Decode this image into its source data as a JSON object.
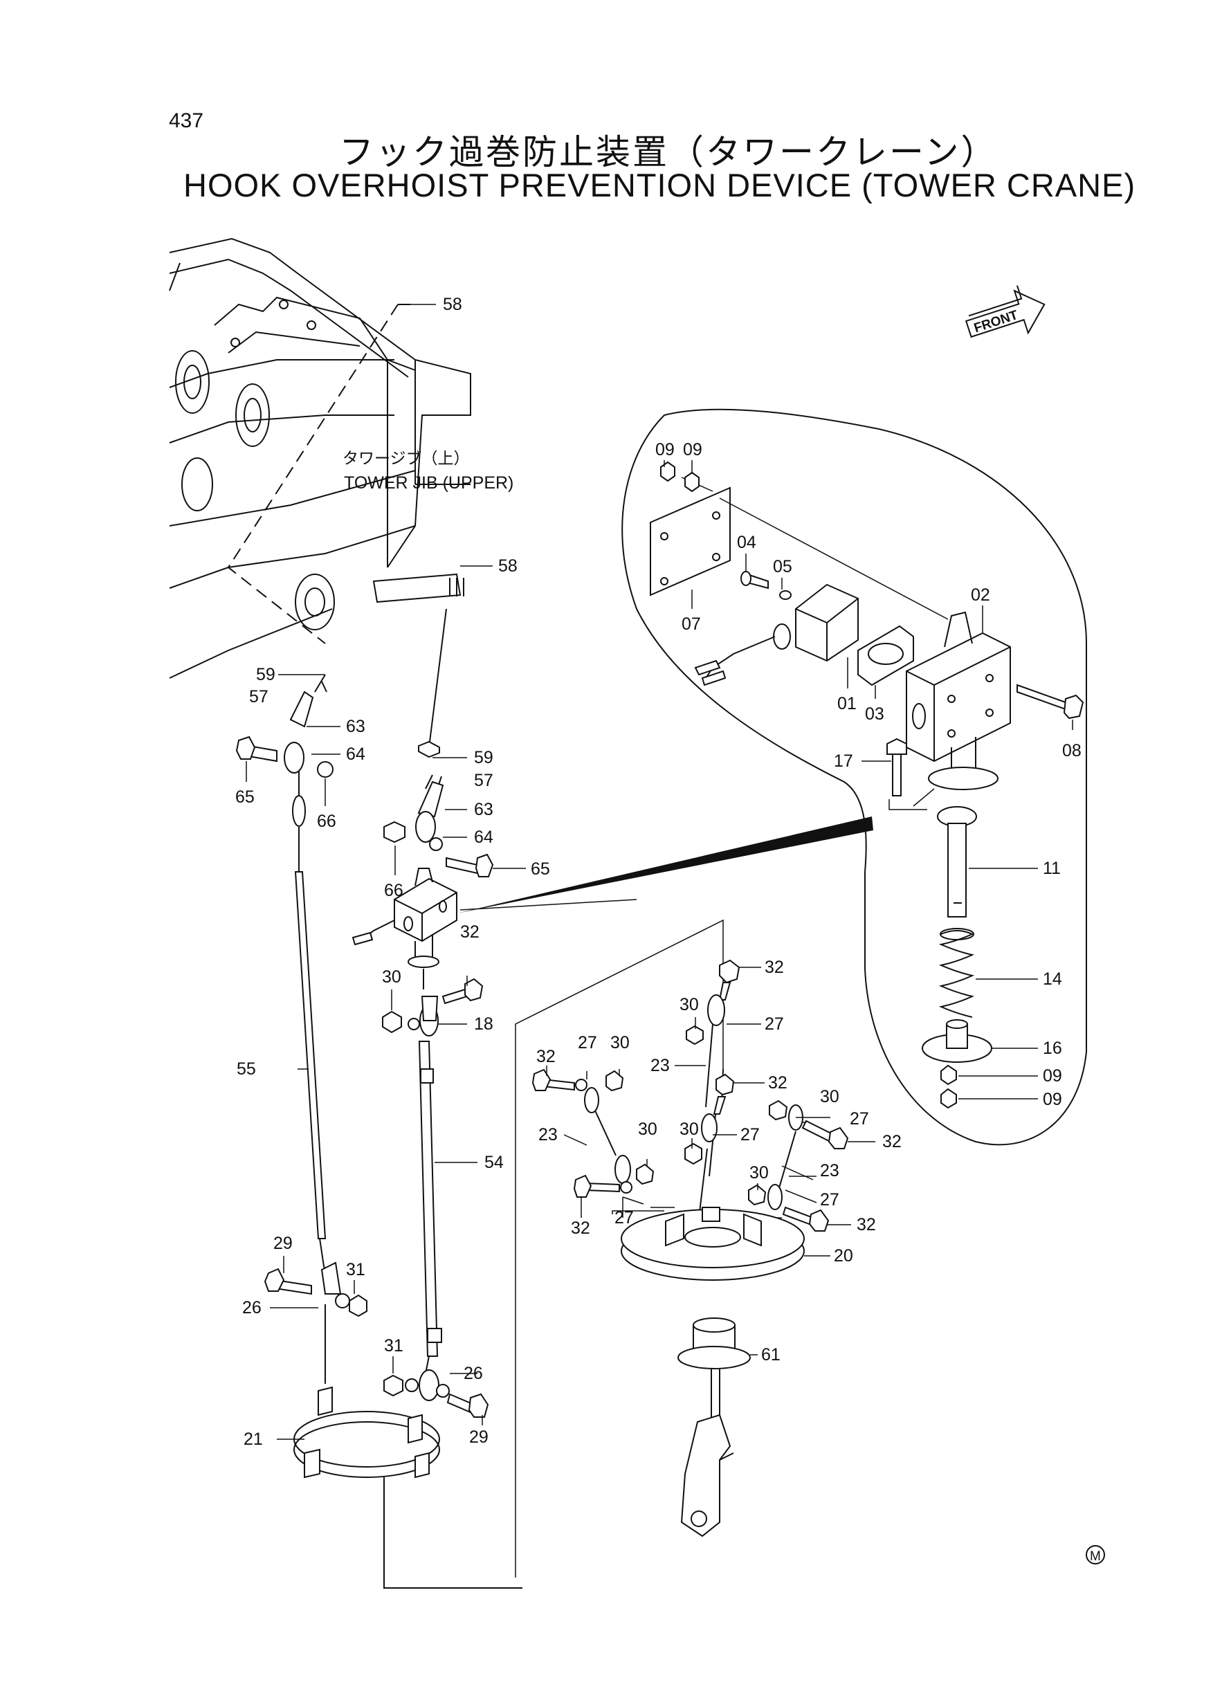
{
  "page_number": "437",
  "title_jp": "フック過巻防止装置（タワークレーン）",
  "title_en": "HOOK OVERHOIST PREVENTION DEVICE (TOWER CRANE)",
  "tower_jib_jp": "タワージブ（上）",
  "tower_jib_en": "TOWER JIB (UPPER)",
  "front_arrow": "FRONT",
  "mark": "M",
  "callouts": [
    {
      "id": "c58a",
      "text": "58"
    },
    {
      "id": "c58b",
      "text": "58"
    },
    {
      "id": "c59a",
      "text": "59"
    },
    {
      "id": "c59b",
      "text": "59"
    },
    {
      "id": "c57a",
      "text": "57"
    },
    {
      "id": "c57b",
      "text": "57"
    },
    {
      "id": "c63a",
      "text": "63"
    },
    {
      "id": "c63b",
      "text": "63"
    },
    {
      "id": "c64a",
      "text": "64"
    },
    {
      "id": "c64b",
      "text": "64"
    },
    {
      "id": "c65a",
      "text": "65"
    },
    {
      "id": "c65b",
      "text": "65"
    },
    {
      "id": "c66a",
      "text": "66"
    },
    {
      "id": "c66b",
      "text": "66"
    },
    {
      "id": "c55",
      "text": "55"
    },
    {
      "id": "c54",
      "text": "54"
    },
    {
      "id": "c18",
      "text": "18"
    },
    {
      "id": "c32a",
      "text": "32"
    },
    {
      "id": "c30a",
      "text": "30"
    },
    {
      "id": "c29a",
      "text": "29"
    },
    {
      "id": "c29b",
      "text": "29"
    },
    {
      "id": "c26a",
      "text": "26"
    },
    {
      "id": "c26b",
      "text": "26"
    },
    {
      "id": "c31a",
      "text": "31"
    },
    {
      "id": "c31b",
      "text": "31"
    },
    {
      "id": "c21",
      "text": "21"
    },
    {
      "id": "c09a",
      "text": "09"
    },
    {
      "id": "c09b",
      "text": "09"
    },
    {
      "id": "c09c",
      "text": "09"
    },
    {
      "id": "c09d",
      "text": "09"
    },
    {
      "id": "c04",
      "text": "04"
    },
    {
      "id": "c05",
      "text": "05"
    },
    {
      "id": "c07",
      "text": "07"
    },
    {
      "id": "c02",
      "text": "02"
    },
    {
      "id": "c01",
      "text": "01"
    },
    {
      "id": "c03",
      "text": "03"
    },
    {
      "id": "c08",
      "text": "08"
    },
    {
      "id": "c17",
      "text": "17"
    },
    {
      "id": "c11",
      "text": "11"
    },
    {
      "id": "c14",
      "text": "14"
    },
    {
      "id": "c16",
      "text": "16"
    },
    {
      "id": "c32b",
      "text": "32"
    },
    {
      "id": "c30b",
      "text": "30"
    },
    {
      "id": "c27a",
      "text": "27"
    },
    {
      "id": "c32c",
      "text": "32"
    },
    {
      "id": "c27b",
      "text": "27"
    },
    {
      "id": "c30c",
      "text": "30"
    },
    {
      "id": "c23a",
      "text": "23"
    },
    {
      "id": "c32d",
      "text": "32"
    },
    {
      "id": "c30d",
      "text": "30"
    },
    {
      "id": "c27c",
      "text": "27"
    },
    {
      "id": "c23b",
      "text": "23"
    },
    {
      "id": "c30e",
      "text": "30"
    },
    {
      "id": "c30f",
      "text": "30"
    },
    {
      "id": "c27d",
      "text": "27"
    },
    {
      "id": "c32e",
      "text": "32"
    },
    {
      "id": "c30g",
      "text": "30"
    },
    {
      "id": "c23c",
      "text": "23"
    },
    {
      "id": "c27e",
      "text": "27"
    },
    {
      "id": "c32f",
      "text": "32"
    },
    {
      "id": "c32g",
      "text": "32"
    },
    {
      "id": "c27f",
      "text": "27"
    },
    {
      "id": "c20",
      "text": "20"
    },
    {
      "id": "c61",
      "text": "61"
    }
  ]
}
